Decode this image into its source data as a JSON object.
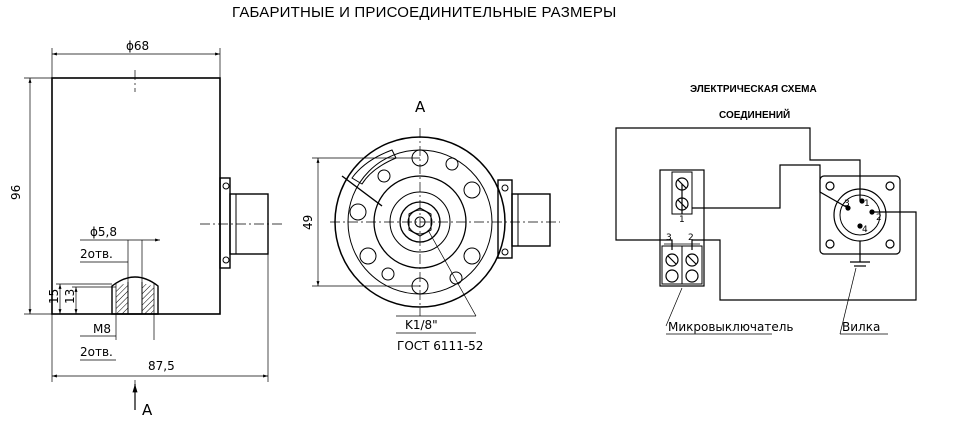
{
  "title": "ГАБАРИТНЫЕ И ПРИСОЕДИНИТЕЛЬНЫЕ РАЗМЕРЫ",
  "side_view": {
    "dim_diameter": "ϕ68",
    "dim_height": "96",
    "dim_hole_diameter": "ϕ5,8",
    "dim_hole_count_top": "2отв.",
    "dim_15": "15",
    "dim_13": "13",
    "dim_thread": "M8",
    "dim_hole_count_bottom": "2отв.",
    "dim_length": "87,5",
    "view_marker": "A"
  },
  "front_view": {
    "view_label": "A",
    "dim_width": "49",
    "thread_label": "K1/8\"",
    "standard_label": "ГОСТ 6111-52"
  },
  "schematic": {
    "title_line1": "ЭЛЕКТРИЧЕСКАЯ СХЕМА",
    "title_line2": "СОЕДИНЕНИЙ",
    "switch_pin_1": "1",
    "switch_pin_2": "2",
    "switch_pin_3": "3",
    "plug_pin_1": "1",
    "plug_pin_2": "2",
    "plug_pin_3": "3",
    "plug_pin_4": "4",
    "microswitch_label": "Микровыключатель",
    "plug_label": "Вилка"
  }
}
